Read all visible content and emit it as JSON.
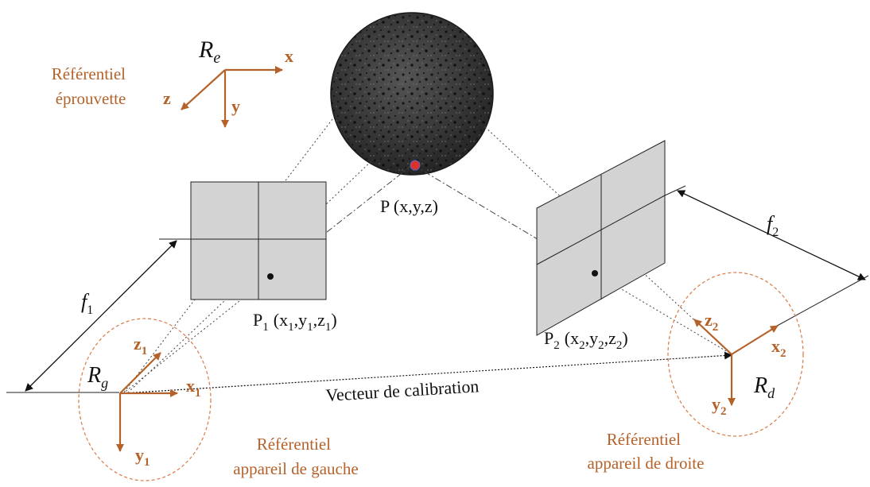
{
  "frames": {
    "specimen": {
      "label": "Référentiel\néprouvette",
      "symbol": "R",
      "subscript": "e",
      "axes": {
        "x": "x",
        "y": "y",
        "z": "z"
      }
    },
    "left": {
      "label": "Référentiel\nappareil de gauche",
      "symbol": "R",
      "subscript": "g",
      "axes": {
        "x": "x",
        "y": "y",
        "z": "z",
        "index": "1"
      }
    },
    "right": {
      "label": "Référentiel\nappareil de droite",
      "symbol": "R",
      "subscript": "d",
      "axes": {
        "x": "x",
        "y": "y",
        "z": "z",
        "index": "2"
      }
    }
  },
  "points": {
    "P": "P (x,y,z)",
    "P1": {
      "name": "P",
      "sub": "1",
      "coords_pre": "(x",
      "c1": "1",
      "mid1": ",y",
      "c2": "1",
      "mid2": ",z",
      "c3": "1",
      "end": ")"
    },
    "P2": {
      "name": "P",
      "sub": "2",
      "coords_pre": "(x",
      "c1": "2",
      "mid1": ",y",
      "c2": "2",
      "mid2": ",z",
      "c3": "2",
      "end": ")"
    }
  },
  "focal": {
    "f1": {
      "f": "f",
      "sub": "1"
    },
    "f2": {
      "f": "f",
      "sub": "2"
    }
  },
  "calibration_label": "Vecteur de calibration",
  "colors": {
    "frame": "#b5622a",
    "sensor": "#d3d3d3",
    "sphere": "#3a3a3a",
    "marker": "#e0302a"
  }
}
